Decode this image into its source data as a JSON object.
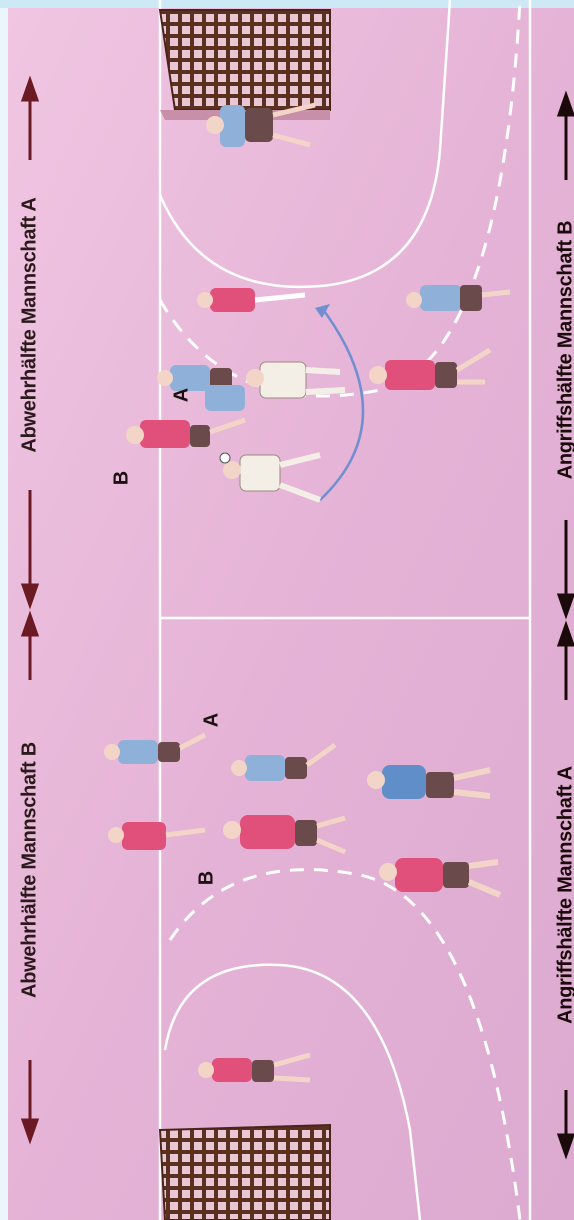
{
  "labels": {
    "left_top": "Abwehrhälfte Mannschaft A",
    "left_bottom": "Abwehrhälfte Mannschaft B",
    "right_top": "Angriffshälfte Mannschaft B",
    "right_bottom": "Angriffshälfte Mannschaft A"
  },
  "team_letters": {
    "upper_b": "B",
    "upper_a": "A",
    "lower_a": "A",
    "lower_b": "B"
  },
  "colors": {
    "court": "#e8b4d8",
    "lines": "#ffffff",
    "arrows": "#6b1a24",
    "team_red": "#e0507a",
    "team_blue": "#8fb0d8",
    "pass_arc": "#6f8fd0"
  }
}
